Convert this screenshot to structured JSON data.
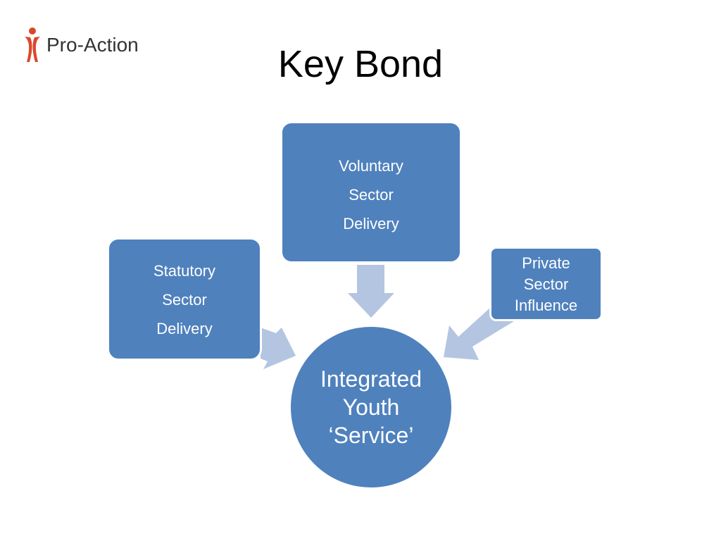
{
  "logo": {
    "text": "Pro-Action",
    "icon": "person-figure-icon",
    "mark_color": "#d9482b"
  },
  "title": "Key Bond",
  "colors": {
    "node_fill": "#4f81bd",
    "node_border": "#ffffff",
    "arrow_fill": "#b3c5e0",
    "text": "#ffffff"
  },
  "nodes": {
    "voluntary": {
      "lines": [
        "Voluntary",
        "Sector",
        "Delivery"
      ]
    },
    "statutory": {
      "lines": [
        "Statutory",
        "Sector",
        "Delivery"
      ]
    },
    "private": {
      "lines": [
        "Private",
        "Sector",
        "Influence"
      ]
    },
    "hub": {
      "lines": [
        "Integrated",
        "Youth",
        "‘Service’"
      ]
    }
  },
  "edges": [
    {
      "from": "voluntary",
      "to": "hub"
    },
    {
      "from": "statutory",
      "to": "hub"
    },
    {
      "from": "private",
      "to": "hub"
    }
  ]
}
